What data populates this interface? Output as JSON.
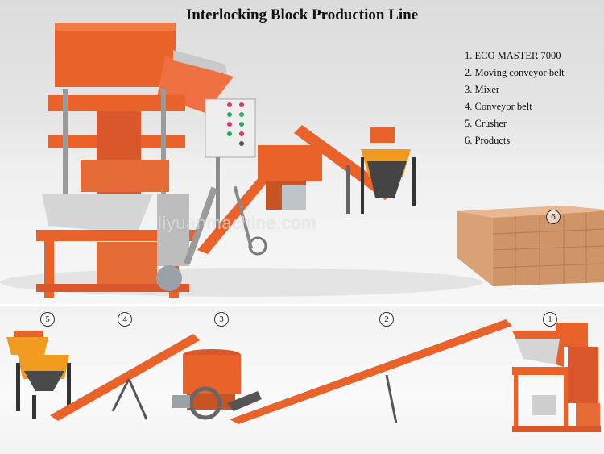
{
  "title": "Interlocking Block Production Line",
  "legend": [
    "1. ECO MASTER 7000",
    "2. Moving conveyor belt",
    "3. Mixer",
    "4. Conveyor belt",
    "5. Crusher",
    "6. Products"
  ],
  "watermark": "liyuanmachine.com",
  "markers": [
    "6",
    "5",
    "4",
    "3",
    "2",
    "1"
  ],
  "colors": {
    "machine_orange": "#e8622a",
    "steel_grey": "#6b6b6b",
    "block_clay": "#d9a277"
  }
}
